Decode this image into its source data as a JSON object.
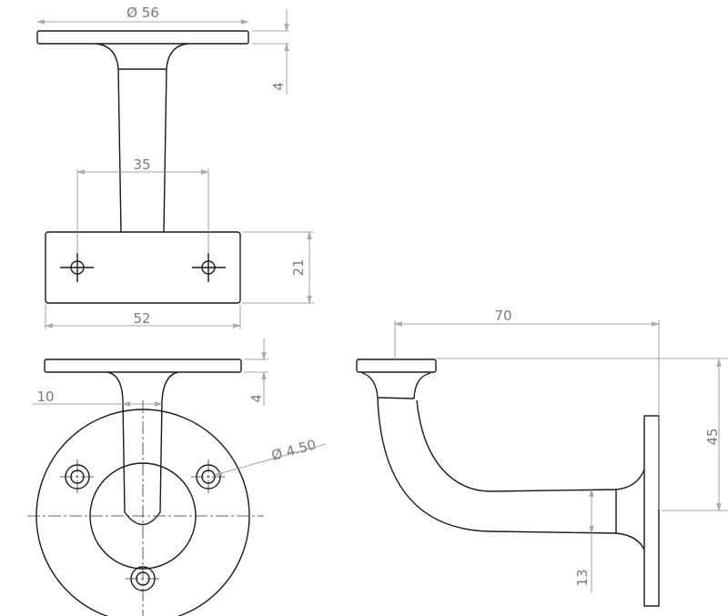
{
  "drawing": {
    "top_view": {
      "plate_diameter": "Ø 56",
      "plate_thickness": "4",
      "hole_spacing": "35",
      "base_height": "21",
      "base_width": "52"
    },
    "front_view": {
      "stem_width": "10",
      "plate_thickness": "4",
      "hole_diameter": "Ø 4.50"
    },
    "side_view": {
      "projection": "70",
      "height": "45",
      "arm_thickness": "13"
    }
  }
}
